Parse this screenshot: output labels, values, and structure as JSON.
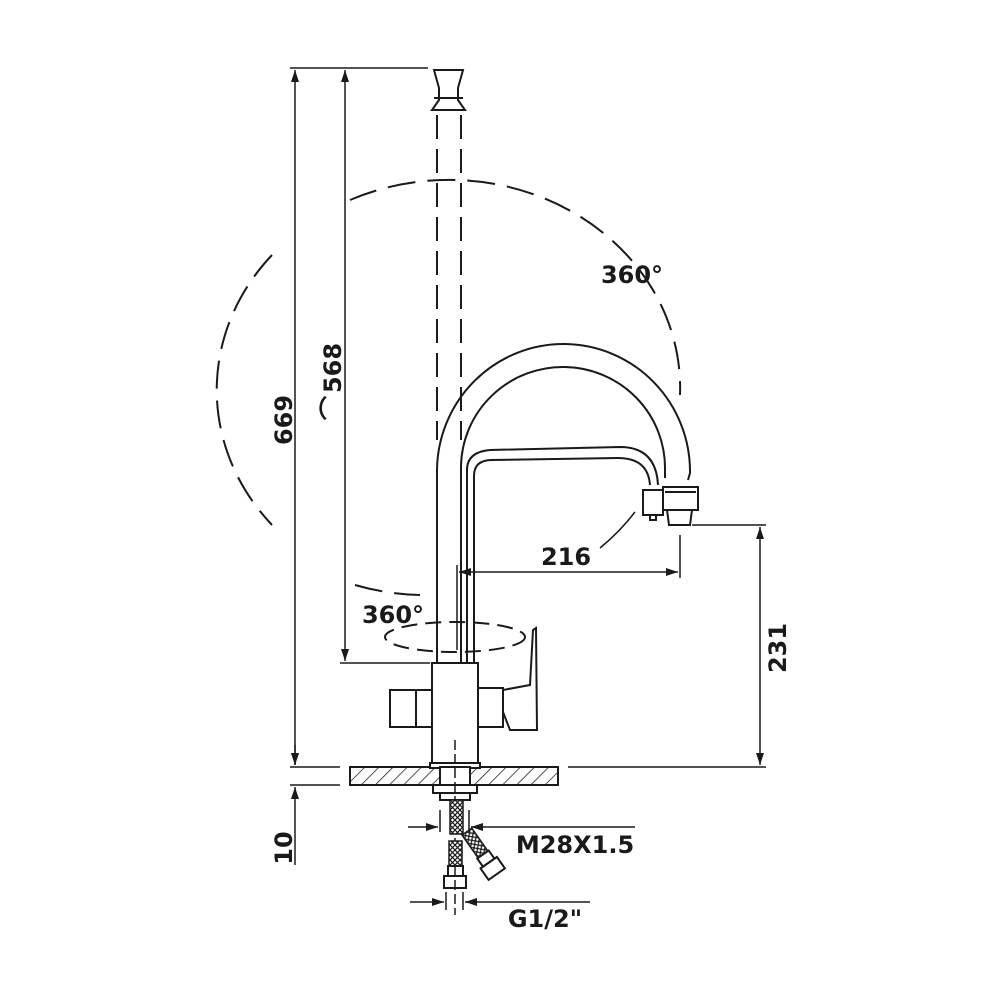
{
  "drawing": {
    "dimensions": {
      "total_height": "669",
      "spout_height": "568",
      "approx_symbol": "⌒",
      "reach": "216",
      "outlet_height": "231",
      "counter_thickness": "10",
      "thread": "M28X1.5",
      "inlet": "G1/2\""
    },
    "rotation": {
      "spout": "360°",
      "body": "360°"
    }
  }
}
